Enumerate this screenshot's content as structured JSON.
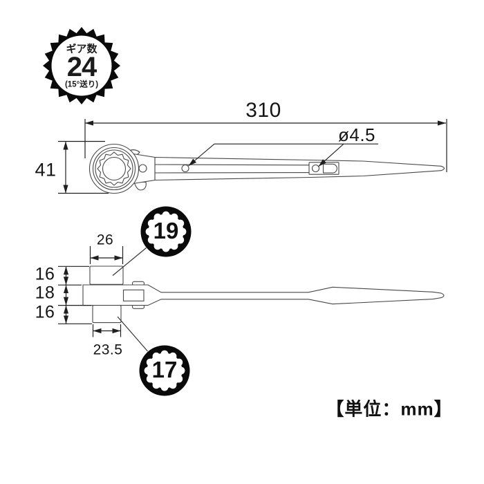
{
  "colors": {
    "background": "#ffffff",
    "outline": "#474747",
    "dimension": "#1f1f1f",
    "text": "#151010",
    "badge_fill": "#0a0a0a"
  },
  "gear_badge": {
    "title": "ギア数",
    "count": "24",
    "pitch": "(15°送り)"
  },
  "side_view": {
    "total_length": "310",
    "head_height": "41",
    "hole_diameter": "ø4.5"
  },
  "top_view": {
    "socket_large_width": "26",
    "socket_large_height": "16",
    "body_thickness": "18",
    "socket_small_height": "16",
    "socket_small_width": "23.5"
  },
  "socket_badges": {
    "large": "19",
    "small": "17"
  },
  "footer": {
    "unit_label": "【単位：mm】"
  }
}
